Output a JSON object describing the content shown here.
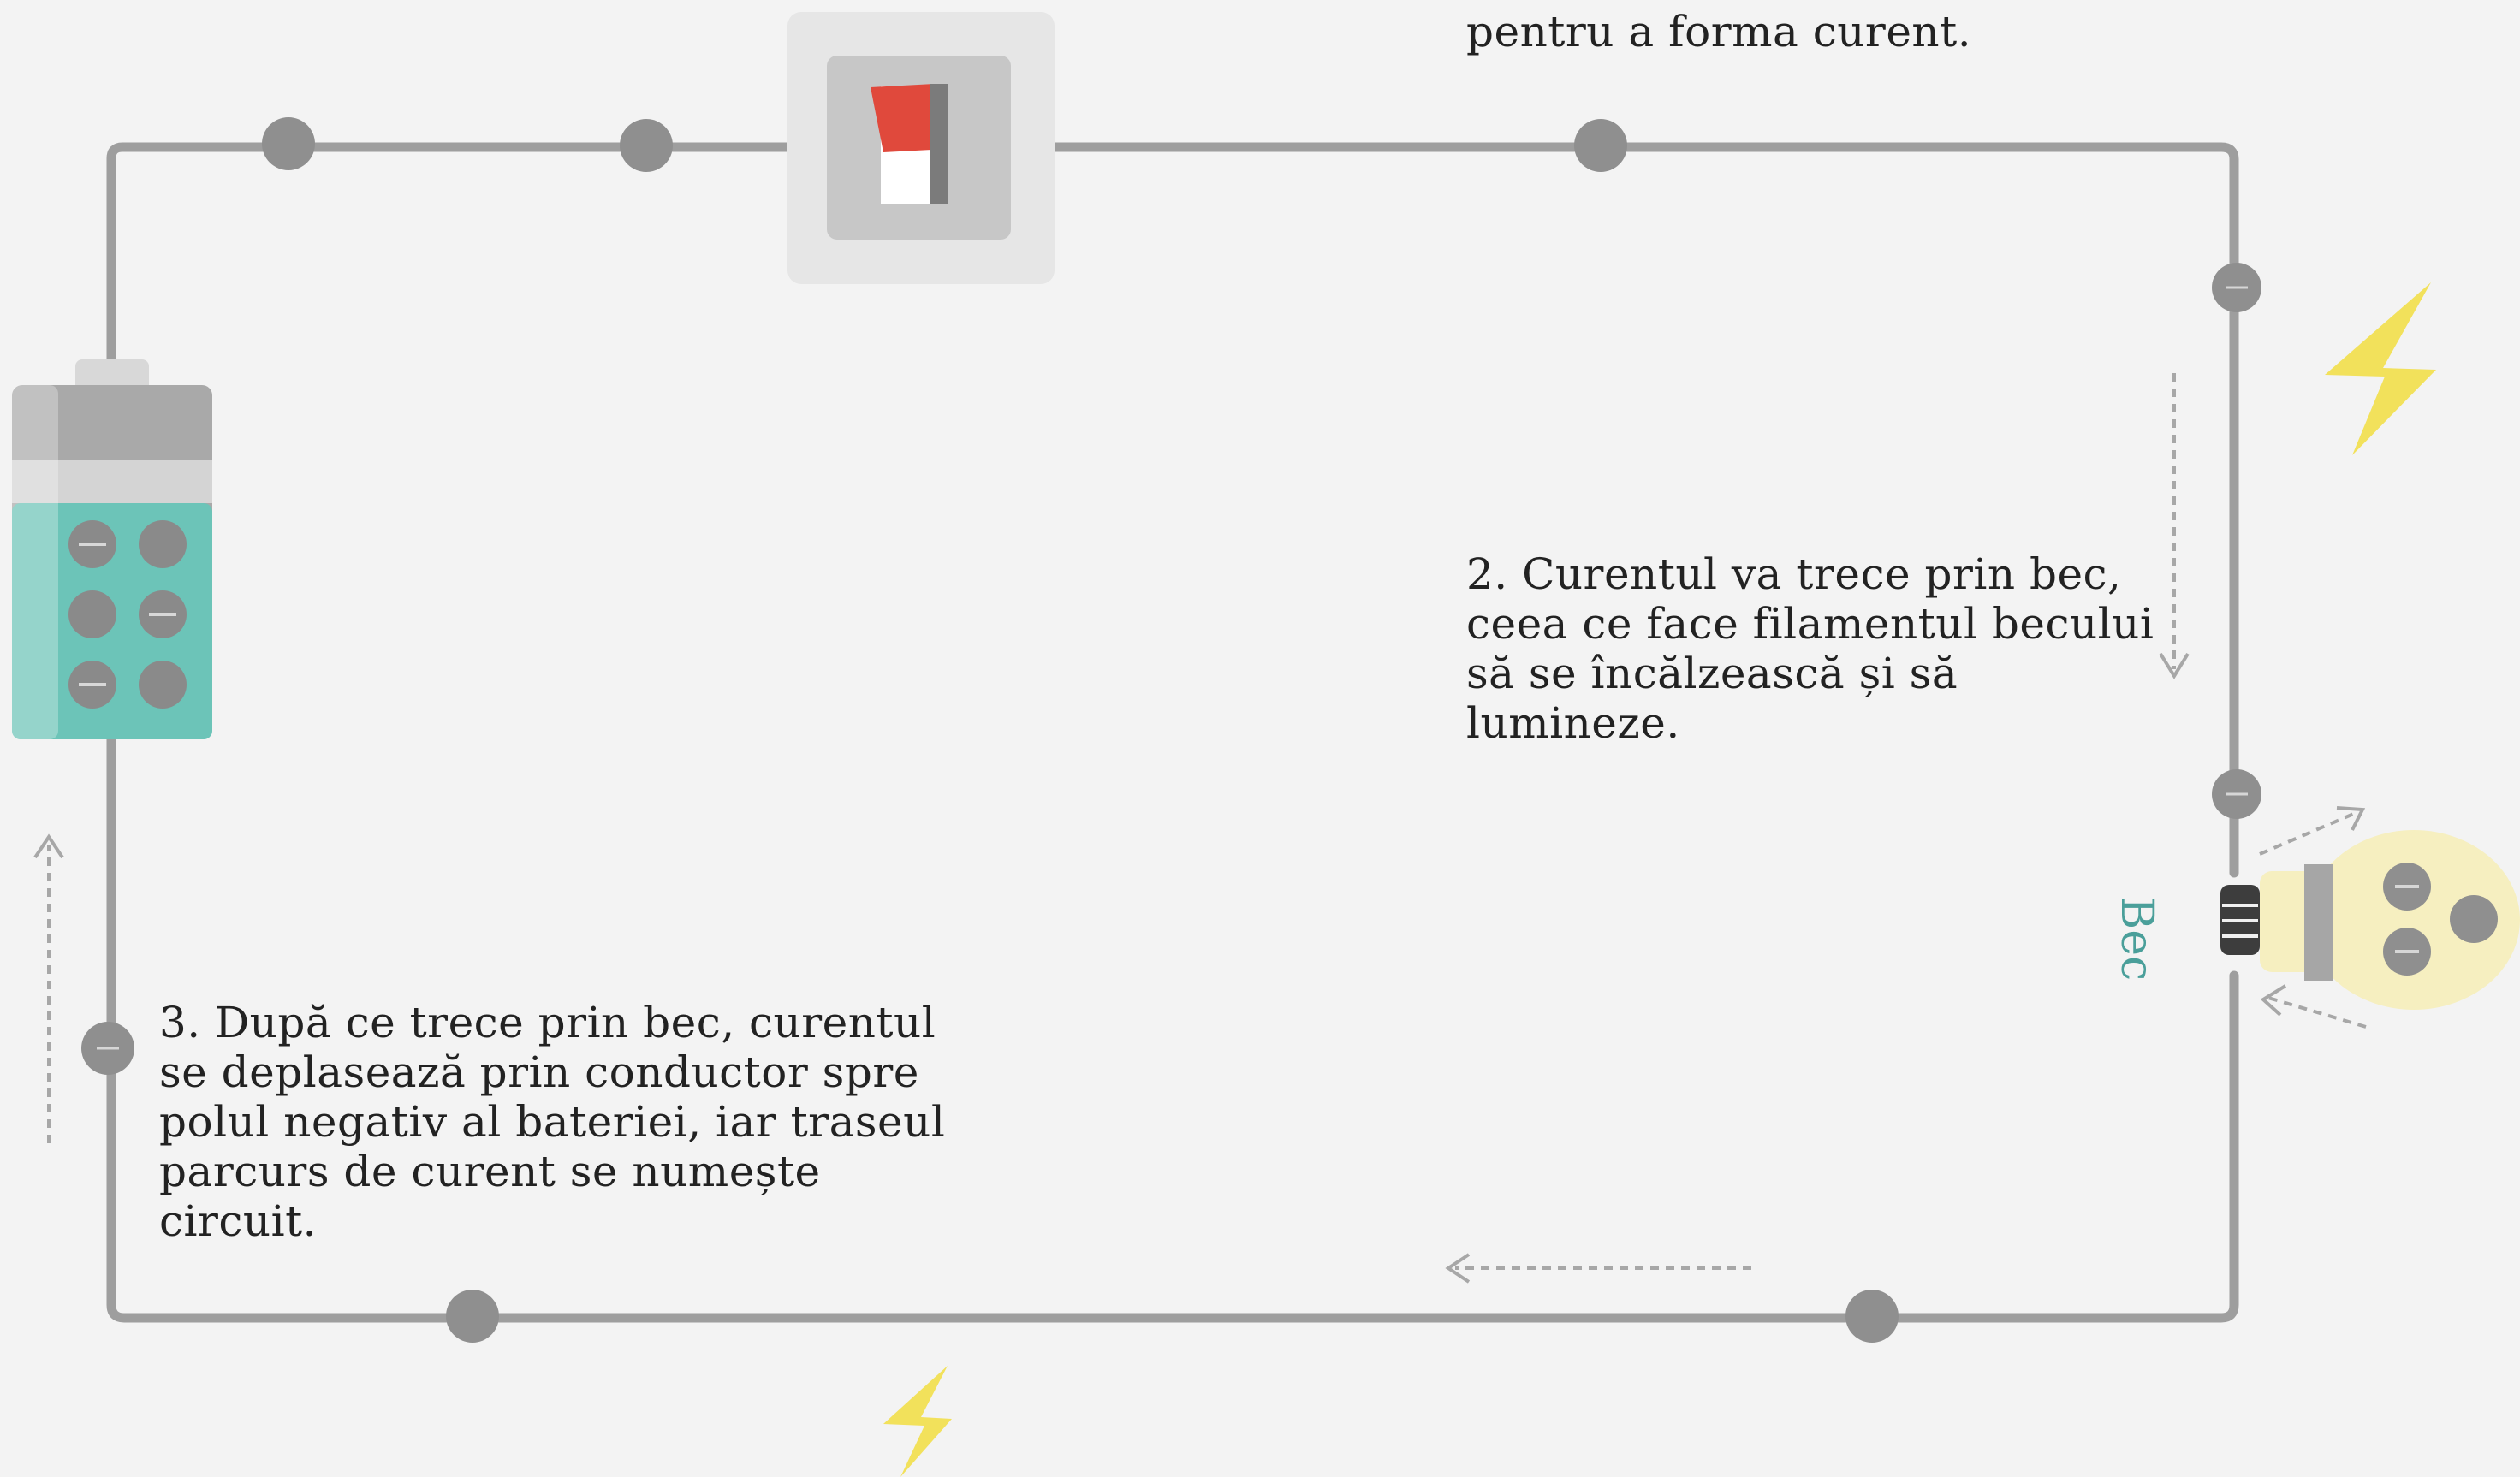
{
  "captions": {
    "step_1": {
      "visible_line": "pentru a forma curent."
    },
    "step_2": {
      "lines": [
        "2. Curentul va trece prin bec,",
        "ceea ce face filamentul becului",
        "să se încălzească și să",
        "lumineze."
      ]
    },
    "step_3": {
      "lines": [
        "3. După ce trece prin bec, curentul",
        "se deplasează prin conductor spre",
        "polul negativ al bateriei, iar traseul",
        "parcurs de curent se numește",
        "circuit."
      ]
    }
  },
  "components": {
    "bulb_label": "Bec",
    "battery_fill_fraction": 0.55,
    "switch_state": "closed"
  },
  "colors": {
    "background": "#f3f3f3",
    "wire": "#9e9e9e",
    "node": "#8f8f8f",
    "battery_fill": "#6cc4b8",
    "switch_lever": "#e0493c",
    "bulb_label": "#4a9f9a",
    "lightning": "#f2e15b",
    "text": "#222222"
  },
  "icons": [
    "battery-icon",
    "switch-icon",
    "light-bulb-icon",
    "lightning-icon",
    "arrow-icon"
  ]
}
